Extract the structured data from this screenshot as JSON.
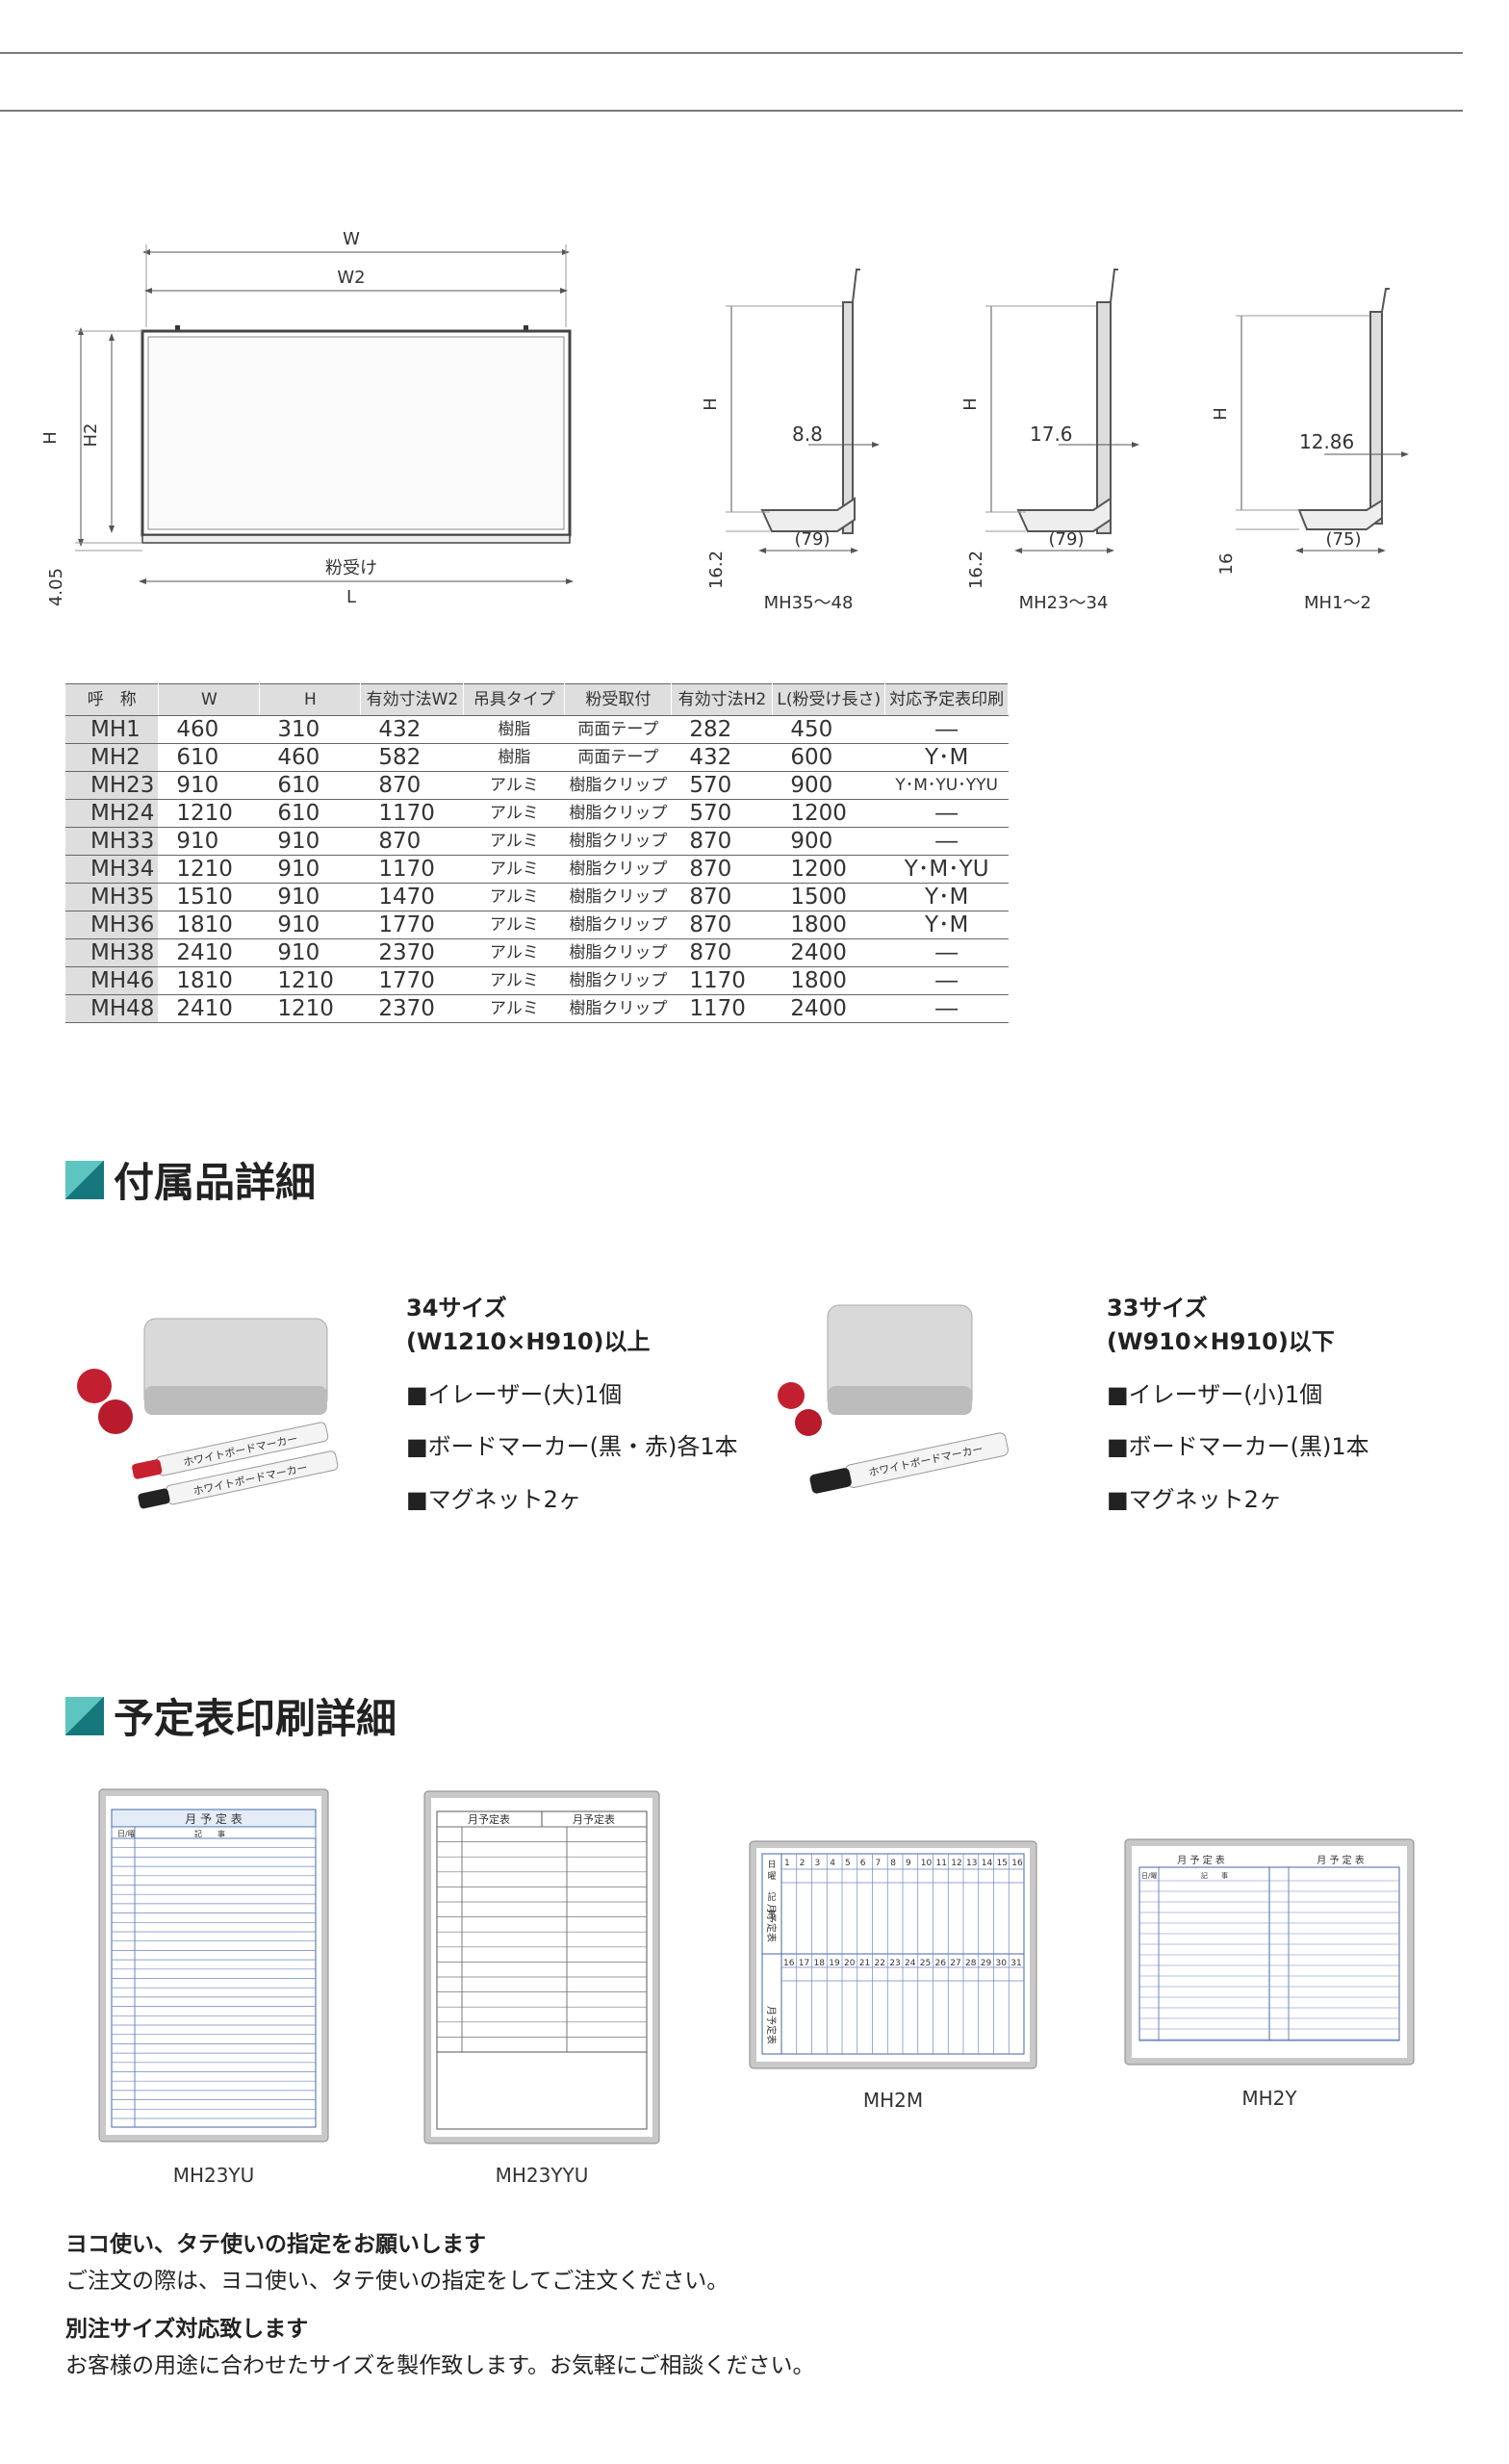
{
  "drawing": {
    "front": {
      "w": "W",
      "w2": "W2",
      "h": "H",
      "h2": "H2",
      "bottom_offset": "4.05",
      "tray_label": "粉受け",
      "l": "L"
    },
    "sections": [
      {
        "h": "H",
        "depth": "8.8",
        "bottom": "16.2",
        "tray": "(79)",
        "model": "MH35～48"
      },
      {
        "h": "H",
        "depth": "17.6",
        "bottom": "16.2",
        "tray": "(79)",
        "model": "MH23～34"
      },
      {
        "h": "H",
        "depth": "12.86",
        "bottom": "16",
        "tray": "(75)",
        "model": "MH1～2"
      }
    ]
  },
  "spec_table": {
    "headers": [
      "呼　称",
      "W",
      "H",
      "有効寸法W2",
      "吊具タイプ",
      "粉受取付",
      "有効寸法H2",
      "L(粉受け長さ)",
      "対応予定表印刷"
    ],
    "rows": [
      [
        "MH1",
        "460",
        "310",
        "432",
        "樹脂",
        "両面テープ",
        "282",
        "450",
        "―"
      ],
      [
        "MH2",
        "610",
        "460",
        "582",
        "樹脂",
        "両面テープ",
        "432",
        "600",
        "Y･M"
      ],
      [
        "MH23",
        "910",
        "610",
        "870",
        "アルミ",
        "樹脂クリップ",
        "570",
        "900",
        "Y･M･YU･YYU"
      ],
      [
        "MH24",
        "1210",
        "610",
        "1170",
        "アルミ",
        "樹脂クリップ",
        "570",
        "1200",
        "―"
      ],
      [
        "MH33",
        "910",
        "910",
        "870",
        "アルミ",
        "樹脂クリップ",
        "870",
        "900",
        "―"
      ],
      [
        "MH34",
        "1210",
        "910",
        "1170",
        "アルミ",
        "樹脂クリップ",
        "870",
        "1200",
        "Y･M･YU"
      ],
      [
        "MH35",
        "1510",
        "910",
        "1470",
        "アルミ",
        "樹脂クリップ",
        "870",
        "1500",
        "Y･M"
      ],
      [
        "MH36",
        "1810",
        "910",
        "1770",
        "アルミ",
        "樹脂クリップ",
        "870",
        "1800",
        "Y･M"
      ],
      [
        "MH38",
        "2410",
        "910",
        "2370",
        "アルミ",
        "樹脂クリップ",
        "870",
        "2400",
        "―"
      ],
      [
        "MH46",
        "1810",
        "1210",
        "1770",
        "アルミ",
        "樹脂クリップ",
        "1170",
        "1800",
        "―"
      ],
      [
        "MH48",
        "2410",
        "1210",
        "2370",
        "アルミ",
        "樹脂クリップ",
        "1170",
        "2400",
        "―"
      ]
    ]
  },
  "accessories": {
    "title": "付属品詳細",
    "marker_label": "ホワイトボードマーカー",
    "large": {
      "size": "34サイズ",
      "range": "(W1210×H910)以上",
      "items": [
        "■イレーザー(大)1個",
        "■ボードマーカー(黒・赤)各1本",
        "■マグネット2ヶ"
      ]
    },
    "small": {
      "size": "33サイズ",
      "range": "(W910×H910)以下",
      "items": [
        "■イレーザー(小)1個",
        "■ボードマーカー(黒)1本",
        "■マグネット2ヶ"
      ]
    }
  },
  "schedule": {
    "title": "予定表印刷詳細",
    "boards": [
      {
        "model": "MH23YU",
        "header": [
          "月 予 定 表"
        ],
        "sub": [
          "日/曜",
          "記　　事"
        ]
      },
      {
        "model": "MH23YYU",
        "header": [
          "月予定表",
          "月予定表"
        ]
      },
      {
        "model": "MH2M",
        "side": [
          "月予定表",
          "月予定表"
        ],
        "row_labels": [
          "日",
          "曜",
          "記",
          "事"
        ]
      },
      {
        "model": "MH2Y",
        "header": [
          "月 予 定 表",
          "月 予 定 表"
        ],
        "sub": [
          "日/曜",
          "記　　事"
        ]
      }
    ]
  },
  "notes": [
    {
      "text": "ヨコ使い、タテ使いの指定をお願いします",
      "bold": true
    },
    {
      "text": "ご注文の際は、ヨコ使い、タテ使いの指定をしてご注文ください。",
      "bold": false
    },
    {
      "text": "別注サイズ対応致します",
      "bold": true
    },
    {
      "text": "お客様の用途に合わせたサイズを製作致します。お気軽にご相談ください。",
      "bold": false
    }
  ]
}
